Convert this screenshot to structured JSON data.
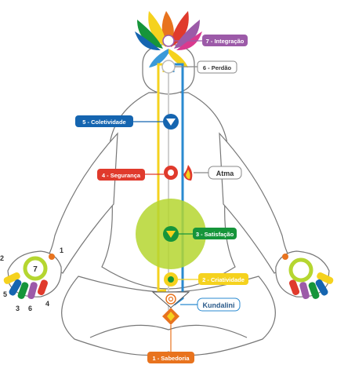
{
  "chakras": {
    "c1": {
      "label": "1 - Sabedoria",
      "color": "#e8731e"
    },
    "c2": {
      "label": "2 - Criatividade",
      "color": "#f5d21e"
    },
    "c3": {
      "label": "3 - Satisfação",
      "color": "#16953a"
    },
    "c4": {
      "label": "4 - Segurança",
      "color": "#e03a2c"
    },
    "c5": {
      "label": "5 - Coletividade",
      "color": "#1565b0"
    },
    "c6": {
      "label": "6 - Perdão",
      "color": "#555555"
    },
    "c7": {
      "label": "7 - Integração",
      "color": "#9c5aa8"
    }
  },
  "channels": {
    "atma": "Atma",
    "kundalini": "Kundalini"
  },
  "hand": {
    "center": "7",
    "fingers": [
      "1",
      "2",
      "3",
      "4",
      "5",
      "6"
    ]
  }
}
